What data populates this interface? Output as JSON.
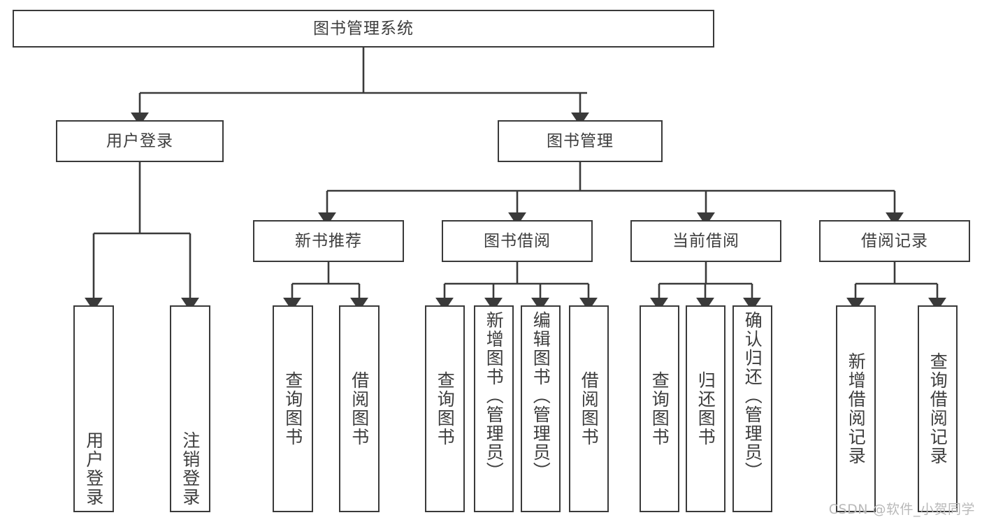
{
  "diagram": {
    "title": "图书管理系统",
    "type": "tree-hierarchy-diagram",
    "colors": {
      "box_border": "#3a3a3a",
      "box_fill": "#ffffff",
      "text": "#3d3d3d",
      "connector": "#3a3a3a",
      "watermark": "#b9b9b9",
      "background": "#ffffff"
    },
    "root": {
      "label": "图书管理系统"
    },
    "level2": [
      {
        "label": "用户登录"
      },
      {
        "label": "图书管理"
      }
    ],
    "level3": [
      {
        "label": "新书推荐"
      },
      {
        "label": "图书借阅"
      },
      {
        "label": "当前借阅"
      },
      {
        "label": "借阅记录"
      }
    ],
    "leaves": {
      "user_login": [
        {
          "label": "用户登录"
        },
        {
          "label": "注销登录"
        }
      ],
      "new_book_recommend": [
        {
          "label": "查询图书"
        },
        {
          "label": "借阅图书"
        }
      ],
      "book_borrow": [
        {
          "label": "查询图书"
        },
        {
          "label": "新增图书（管理员）"
        },
        {
          "label": "编辑图书（管理员）"
        },
        {
          "label": "借阅图书"
        }
      ],
      "current_borrow": [
        {
          "label": "查询图书"
        },
        {
          "label": "归还图书"
        },
        {
          "label": "确认归还（管理员）"
        }
      ],
      "borrow_record": [
        {
          "label": "新增借阅记录"
        },
        {
          "label": "查询借阅记录"
        }
      ]
    },
    "watermark": "CSDN @软件_小贺同学"
  }
}
